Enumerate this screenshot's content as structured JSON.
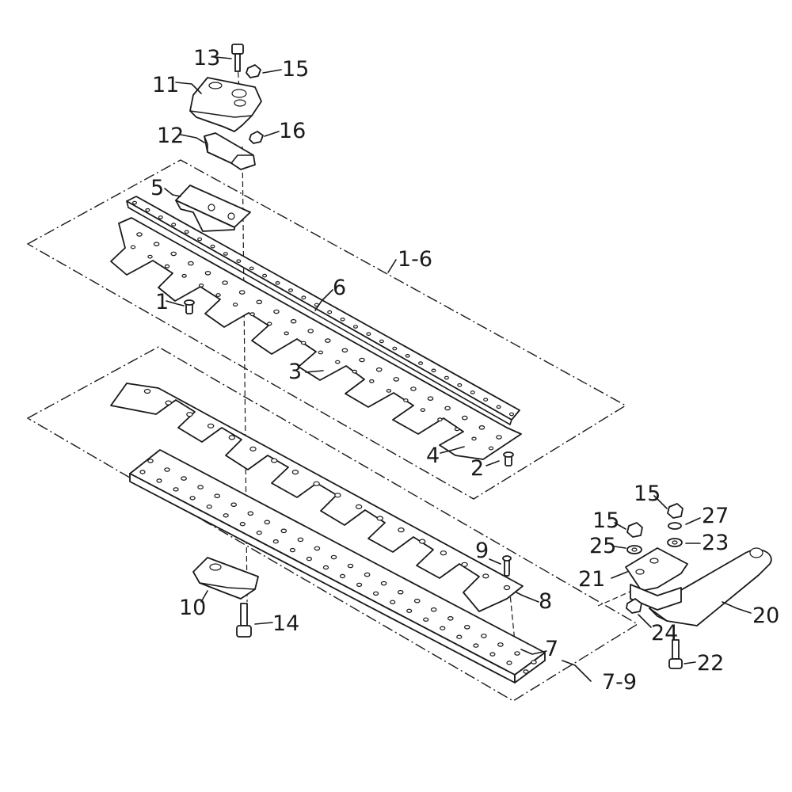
{
  "diagram": {
    "callouts": {
      "c1": "1",
      "c2": "2",
      "c3": "3",
      "c4": "4",
      "c5": "5",
      "c6": "6",
      "c7": "7",
      "c8": "8",
      "c9": "9",
      "c10": "10",
      "c11": "11",
      "c12": "12",
      "c13": "13",
      "c14": "14",
      "c15a": "15",
      "c15b": "15",
      "c15c": "15",
      "c16": "16",
      "c20": "20",
      "c21": "21",
      "c22": "22",
      "c23": "23",
      "c24": "24",
      "c25": "25",
      "c27": "27",
      "g16": "1-6",
      "g79": "7-9"
    }
  }
}
